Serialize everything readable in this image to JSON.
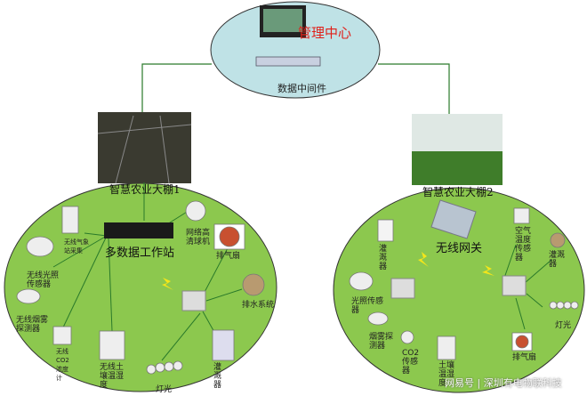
{
  "center": {
    "title": "管理中心",
    "middleware": "数据中间件",
    "title_color": "#e0201a"
  },
  "greenhouse1": {
    "title": "智慧农业大棚1",
    "hub": "多数据工作站",
    "devices": [
      "无线气象站采集",
      "无线光照传感器",
      "无线烟雾探测器",
      "无线CO2浓度计",
      "无线土壤温湿度",
      "网络高清球机",
      "排气扇",
      "排水系统",
      "灌溉器",
      "灯光"
    ]
  },
  "greenhouse2": {
    "title": "智慧农业大棚2",
    "hub": "无线网关",
    "devices": [
      "灌溉器",
      "光照传感器",
      "烟雾探测器",
      "CO2传感器",
      "土壤温湿度",
      "空气温度传感器",
      "灌溉器",
      "灯光",
      "排气扇"
    ]
  },
  "watermark": "网易号 | 深圳有电物联科技",
  "colors": {
    "ellipse_green": "#8cc84e",
    "center_fill": "#bfe2e6"
  }
}
